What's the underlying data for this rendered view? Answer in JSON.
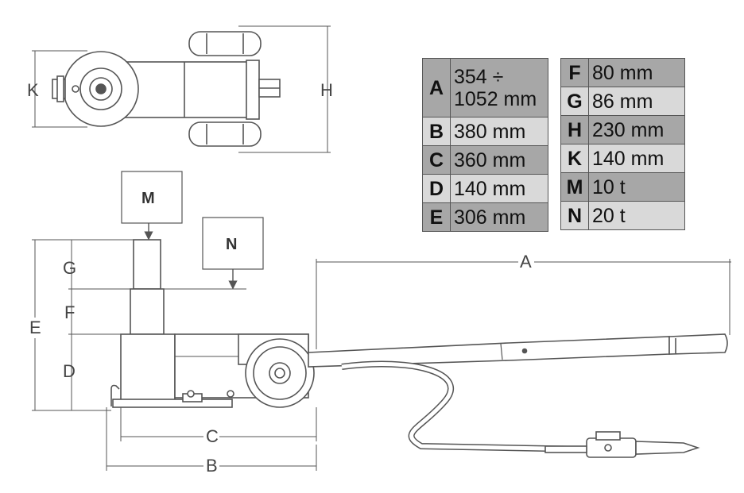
{
  "dimension_labels": {
    "A": "A",
    "B": "B",
    "C": "C",
    "D": "D",
    "E": "E",
    "F": "F",
    "G": "G",
    "H": "H",
    "K": "K"
  },
  "load_boxes": {
    "M": "M",
    "N": "N"
  },
  "spec_table_left": [
    {
      "key": "A",
      "value_line1": "354 ÷",
      "value_line2": "1052 mm"
    },
    {
      "key": "B",
      "value": "380 mm"
    },
    {
      "key": "C",
      "value": "360 mm"
    },
    {
      "key": "D",
      "value": "140 mm"
    },
    {
      "key": "E",
      "value": "306 mm"
    }
  ],
  "spec_table_right": [
    {
      "key": "F",
      "value": "80 mm"
    },
    {
      "key": "G",
      "value": "86 mm"
    },
    {
      "key": "H",
      "value": "230 mm"
    },
    {
      "key": "K",
      "value": "140 mm"
    },
    {
      "key": "M",
      "value": "10 t"
    },
    {
      "key": "N",
      "value": "20 t"
    }
  ],
  "colors": {
    "row_dark": "#a7a7a7",
    "row_light": "#d9d9d9",
    "line": "#555555"
  }
}
